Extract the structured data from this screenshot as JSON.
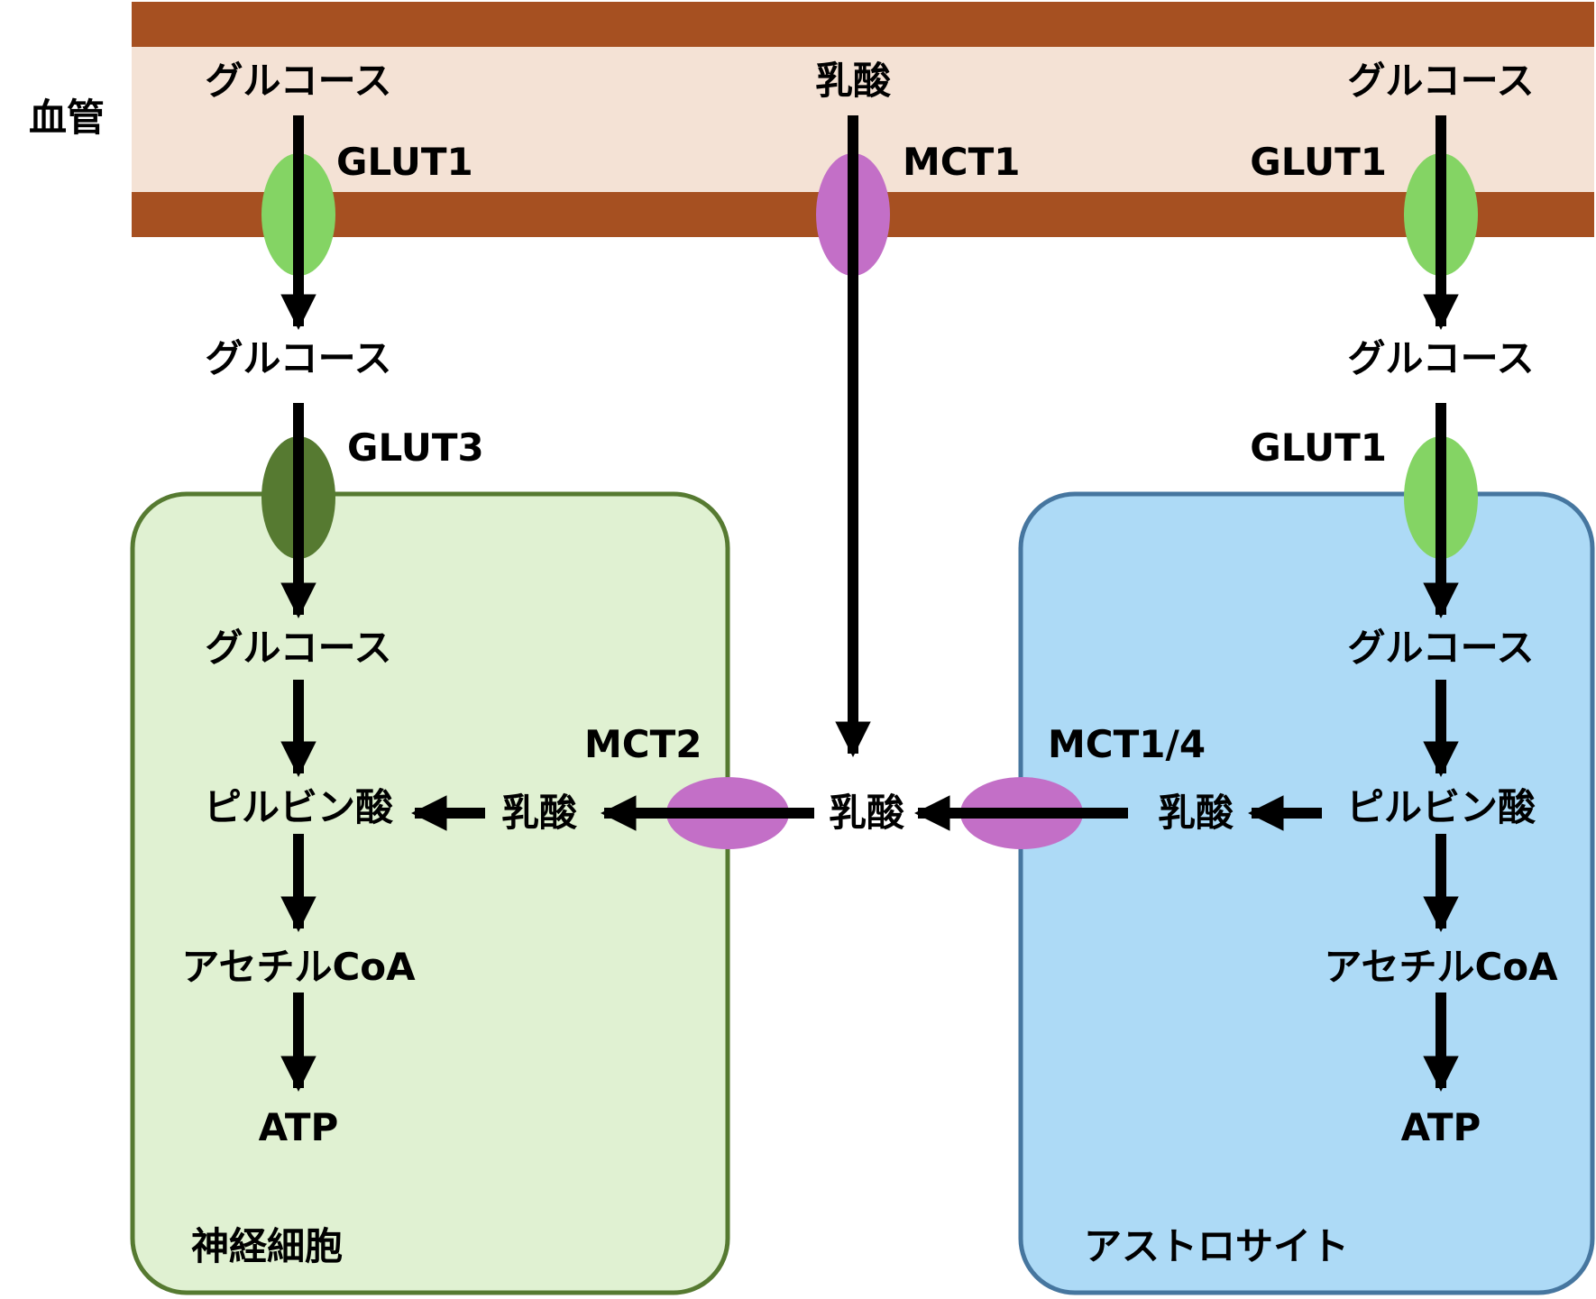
{
  "colors": {
    "vessel_wall": "#A65021",
    "vessel_lumen": "#F4E2D5",
    "glut1": "#84D464",
    "glut3": "#567A31",
    "mct": "#C36FC7",
    "neuron_fill": "#E0F1D2",
    "neuron_border": "#567A31",
    "astro_fill": "#ADDAF6",
    "astro_border": "#46769F"
  },
  "vessel": {
    "label": "血管",
    "glucose_left": "グルコース",
    "lactate_center": "乳酸",
    "glucose_right": "グルコース",
    "transporter_left": "GLUT1",
    "transporter_center": "MCT1",
    "transporter_right": "GLUT1"
  },
  "interstitial": {
    "glucose_left": "グルコース",
    "glucose_right": "グルコース",
    "lactate": "乳酸"
  },
  "neuron": {
    "label": "神経細胞",
    "entry_transporter": "GLUT3",
    "lactate_transporter": "MCT2",
    "glucose": "グルコース",
    "pyruvate": "ピルビン酸",
    "lactate": "乳酸",
    "acetyl_coa": "アセチルCoA",
    "atp": "ATP"
  },
  "astrocyte": {
    "label": "アストロサイト",
    "entry_transporter": "GLUT1",
    "lactate_transporter": "MCT1/4",
    "glucose": "グルコース",
    "pyruvate": "ピルビン酸",
    "lactate": "乳酸",
    "acetyl_coa": "アセチルCoA",
    "atp": "ATP"
  }
}
